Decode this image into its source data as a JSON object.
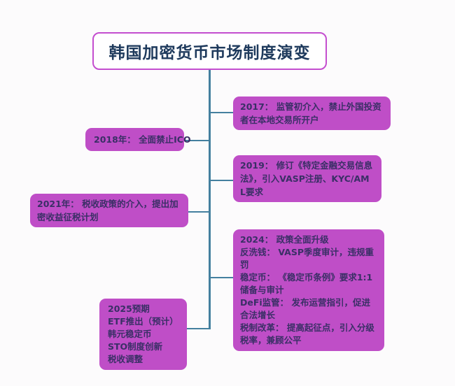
{
  "title": {
    "text": "韩国加密货币市场制度演变"
  },
  "nodes": {
    "n2017": {
      "year": "2017",
      "side": "right",
      "text": "2017： 监管初介入，禁止外国投资者在本地交易所开户"
    },
    "n2018": {
      "year": "2018",
      "side": "left",
      "text": "2018年： 全面禁止ICO"
    },
    "n2019": {
      "year": "2019",
      "side": "right",
      "text": "2019： 修订《特定金融交易信息法》，引入VASP注册、KYC/AML要求"
    },
    "n2021": {
      "year": "2021",
      "side": "left",
      "text": "2021年： 税收政策的介入，提出加密收益征税计划"
    },
    "n2024": {
      "year": "2024",
      "side": "right",
      "lines": [
        "2024： 政策全面升级",
        "反洗钱： VASP季度审计，违规重罚",
        "稳定币： 《稳定币条例》要求1:1储备与审计",
        "DeFi监管： 发布运营指引，促进合法增长",
        "税制改革： 提高起征点，引入分级税率，兼顾公平"
      ]
    },
    "n2025": {
      "year": "2025",
      "side": "left",
      "lines": [
        "2025预期",
        "ETF推出（预计）",
        "韩元稳定币",
        "STO制度创新",
        "税收调整"
      ]
    }
  },
  "colors": {
    "node_fill": "#bf4ec7",
    "node_text": "#3a2f66",
    "title_text": "#1e3a5c",
    "title_border": "#c44ecf",
    "connector": "#44809f",
    "bg": "#fcfbfc"
  }
}
